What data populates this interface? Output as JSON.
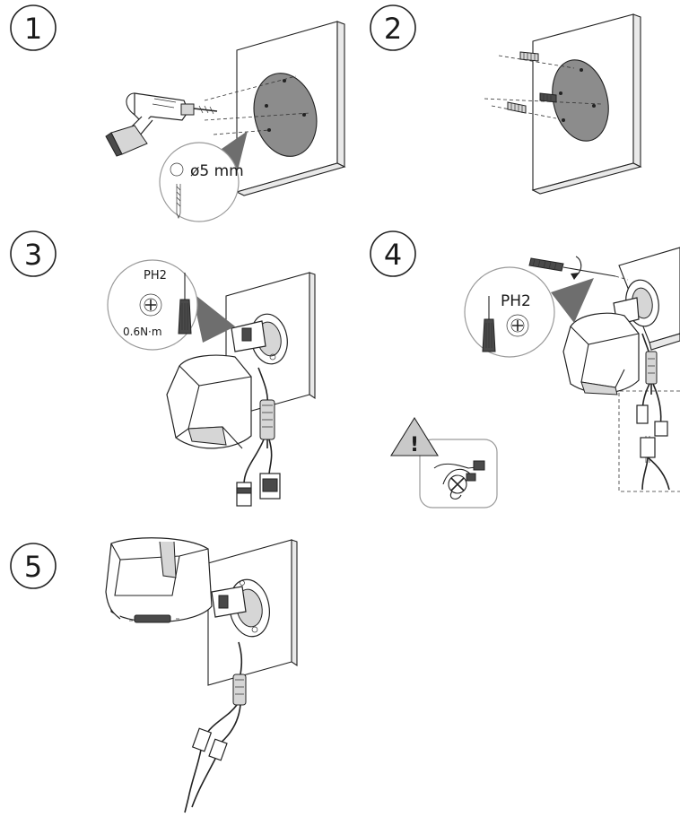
{
  "steps": [
    {
      "number": "1",
      "callout": {
        "hole_label": "ø5 mm"
      }
    },
    {
      "number": "2"
    },
    {
      "number": "3",
      "callout": {
        "bit_label": "PH2",
        "torque_label": "0.6N·m"
      }
    },
    {
      "number": "4",
      "callout": {
        "bit_label": "PH2"
      },
      "warning": {
        "symbol": "!"
      }
    },
    {
      "number": "5"
    }
  ],
  "colors": {
    "line": "#222222",
    "wall_plate_fill": "#8c8c8c",
    "callout_pointer": "#6e6e6e",
    "callout_border": "#9a9a9a",
    "warning_fill": "#c9c9c9"
  },
  "icons": [
    "drill-icon",
    "drill-bit-icon",
    "screwdriver-icon",
    "phillips-head-icon",
    "wall-anchor-icon",
    "warning-triangle-icon",
    "camera-icon"
  ]
}
